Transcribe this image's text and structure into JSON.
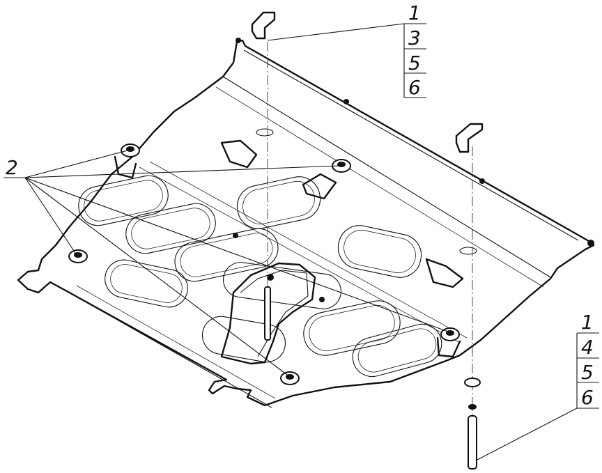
{
  "callouts": {
    "top_right": [
      "1",
      "3",
      "5",
      "6"
    ],
    "left": "2",
    "bottom_right": [
      "1",
      "4",
      "5",
      "6"
    ]
  }
}
